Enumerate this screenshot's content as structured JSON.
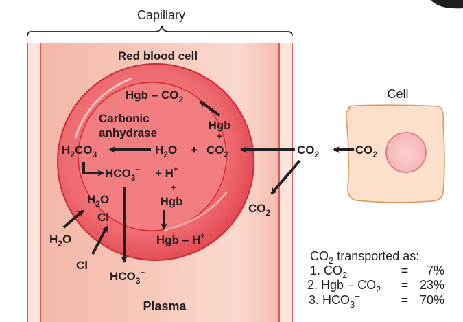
{
  "diagram": {
    "capillary_label": "Capillary",
    "rbc_label": "Red blood cell",
    "plasma_label": "Plasma",
    "cell_label": "Cell",
    "enzyme_label": [
      "Carbonic",
      "anhydrase"
    ],
    "species": {
      "hgb_co2": {
        "main": "Hgb – CO",
        "sub": "2"
      },
      "hgb_top": "Hgb",
      "plus_top": "+",
      "co2_rbc": {
        "main": "CO",
        "sub": "2"
      },
      "plus_mid": "+",
      "h2o_rbc": {
        "pre": "H",
        "sub": "2",
        "post": "O"
      },
      "h2co3": {
        "pre": "H",
        "sub1": "2",
        "mid": "CO",
        "sub2": "3"
      },
      "hco3_rbc": {
        "main": "HCO",
        "sub": "3",
        "sup": "–"
      },
      "plus_h": "+ H",
      "h_sup": "+",
      "plus_hgb": "+",
      "hgb_mid": "Hgb",
      "hgb_h": {
        "main": "Hgb – H",
        "sup": "+"
      },
      "h2o_in": {
        "pre": "H",
        "sub": "2",
        "post": "O"
      },
      "cl_in": "Cl",
      "h2o_plasma": {
        "pre": "H",
        "sub": "2",
        "post": "O"
      },
      "cl_plasma": "Cl",
      "hco3_plasma": {
        "main": "HCO",
        "sub": "3",
        "sup": "–"
      },
      "co2_interstitial": {
        "main": "CO",
        "sub": "2"
      },
      "co2_plasma": {
        "main": "CO",
        "sub": "2"
      },
      "co2_cell": {
        "main": "CO",
        "sub": "2"
      }
    },
    "summary": {
      "title": {
        "pre": "CO",
        "sub": "2",
        "post": " transported as:"
      },
      "rows": [
        {
          "num": "1.",
          "main": "CO",
          "sub": "2",
          "sup": "",
          "tail": "",
          "eq": "=",
          "pct": "7%",
          "value": 7
        },
        {
          "num": "2.",
          "main": "Hgb – CO",
          "sub": "2",
          "sup": "",
          "tail": "",
          "eq": "=",
          "pct": "23%",
          "value": 23
        },
        {
          "num": "3.",
          "main": "HCO",
          "sub": "3",
          "sup": "–",
          "tail": "",
          "eq": "=",
          "pct": "70%",
          "value": 70
        }
      ]
    },
    "colors": {
      "capillary_fill": "#f6c0b2",
      "capillary_wall": "#d42a2a",
      "wall_band": "#fbe4dc",
      "rbc_outer": "#e5454f",
      "rbc_inner": "#f07f82",
      "arrow": "#231f20",
      "cell_fill": "#fde0cc",
      "cell_border": "#d99a5a",
      "nucleus_fill": "#f8c2c2",
      "nucleus_border": "#e06a80"
    }
  }
}
